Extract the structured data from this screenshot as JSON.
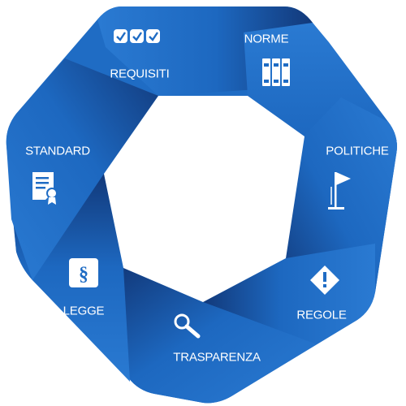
{
  "segments": [
    {
      "label": "REQUISITI",
      "icon": "checkboxes-icon"
    },
    {
      "label": "NORME",
      "icon": "binders-icon"
    },
    {
      "label": "POLITICHE",
      "icon": "flag-icon"
    },
    {
      "label": "REGOLE",
      "icon": "warning-icon"
    },
    {
      "label": "TRASPARENZA",
      "icon": "magnifier-icon"
    },
    {
      "label": "LEGGE",
      "icon": "paragraph-icon"
    },
    {
      "label": "STANDARD",
      "icon": "certificate-icon"
    }
  ],
  "colors": {
    "blue": "#1f6cc4",
    "blue_dark": "#133f82",
    "blue_light": "#2d80d6",
    "white": "#ffffff"
  }
}
